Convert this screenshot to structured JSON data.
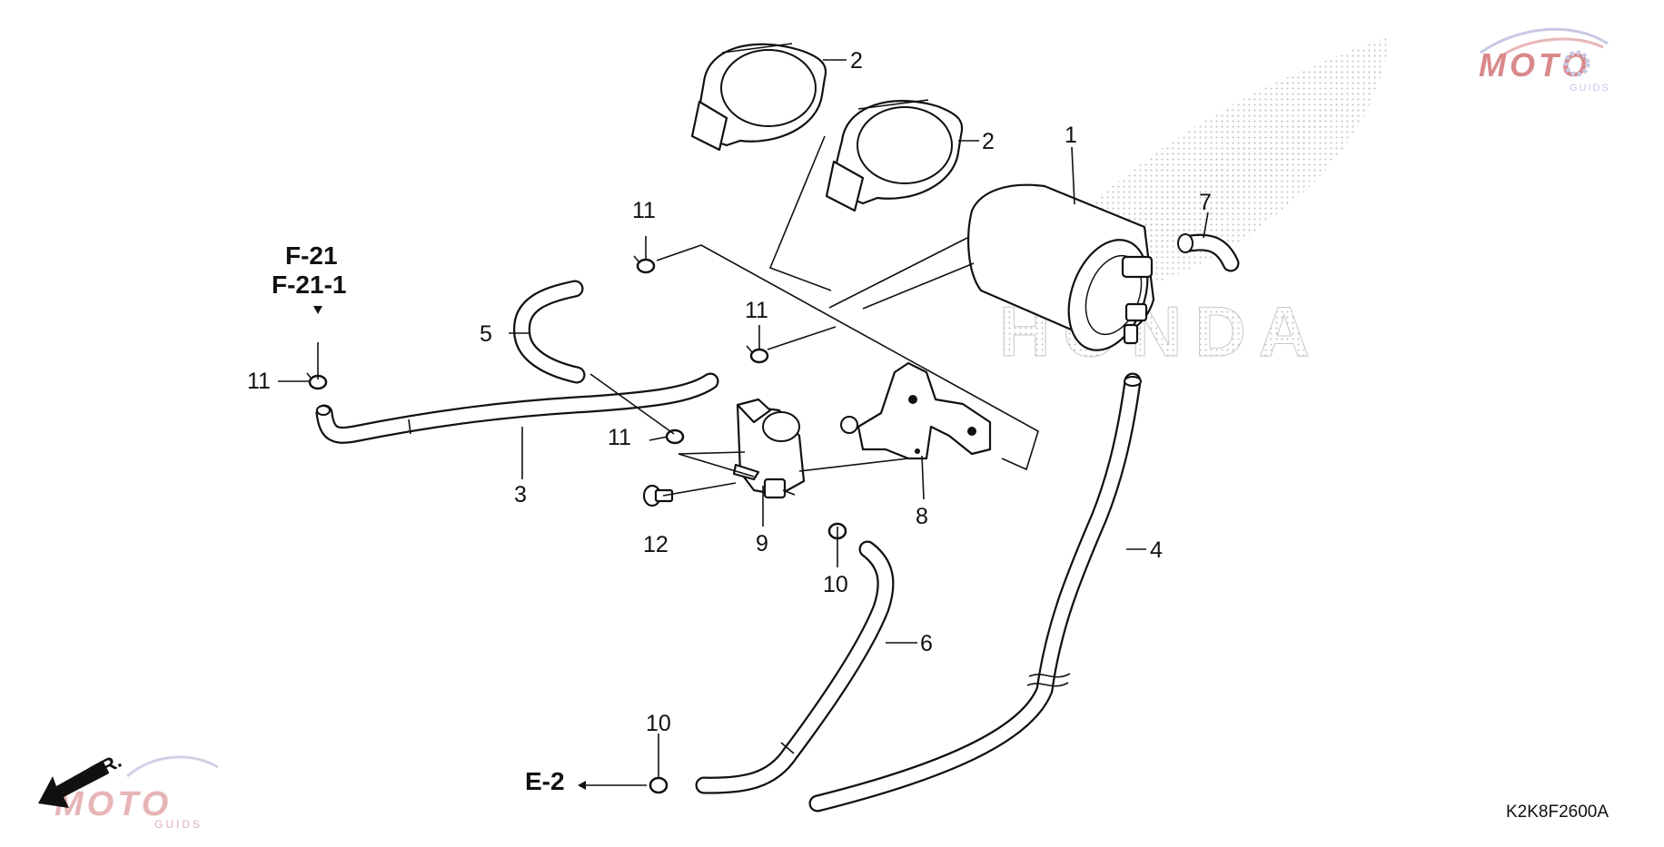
{
  "diagram": {
    "code": "K2K8F2600A",
    "watermark_brand": "HONDA",
    "logo": {
      "name": "MOTO",
      "sub": "GUIDS",
      "color": "#c0282d",
      "accent": "#4a56a6"
    },
    "front_marker": "FR.",
    "references": {
      "f21": "F-21",
      "f211": "F-21-1",
      "e2": "E-2"
    },
    "callouts": {
      "p1": "1",
      "p2a": "2",
      "p2b": "2",
      "p3": "3",
      "p4": "4",
      "p5": "5",
      "p6": "6",
      "p7": "7",
      "p8": "8",
      "p9": "9",
      "p10a": "10",
      "p10b": "10",
      "p11a": "11",
      "p11b": "11",
      "p11c": "11",
      "p11d": "11",
      "p12": "12"
    }
  }
}
